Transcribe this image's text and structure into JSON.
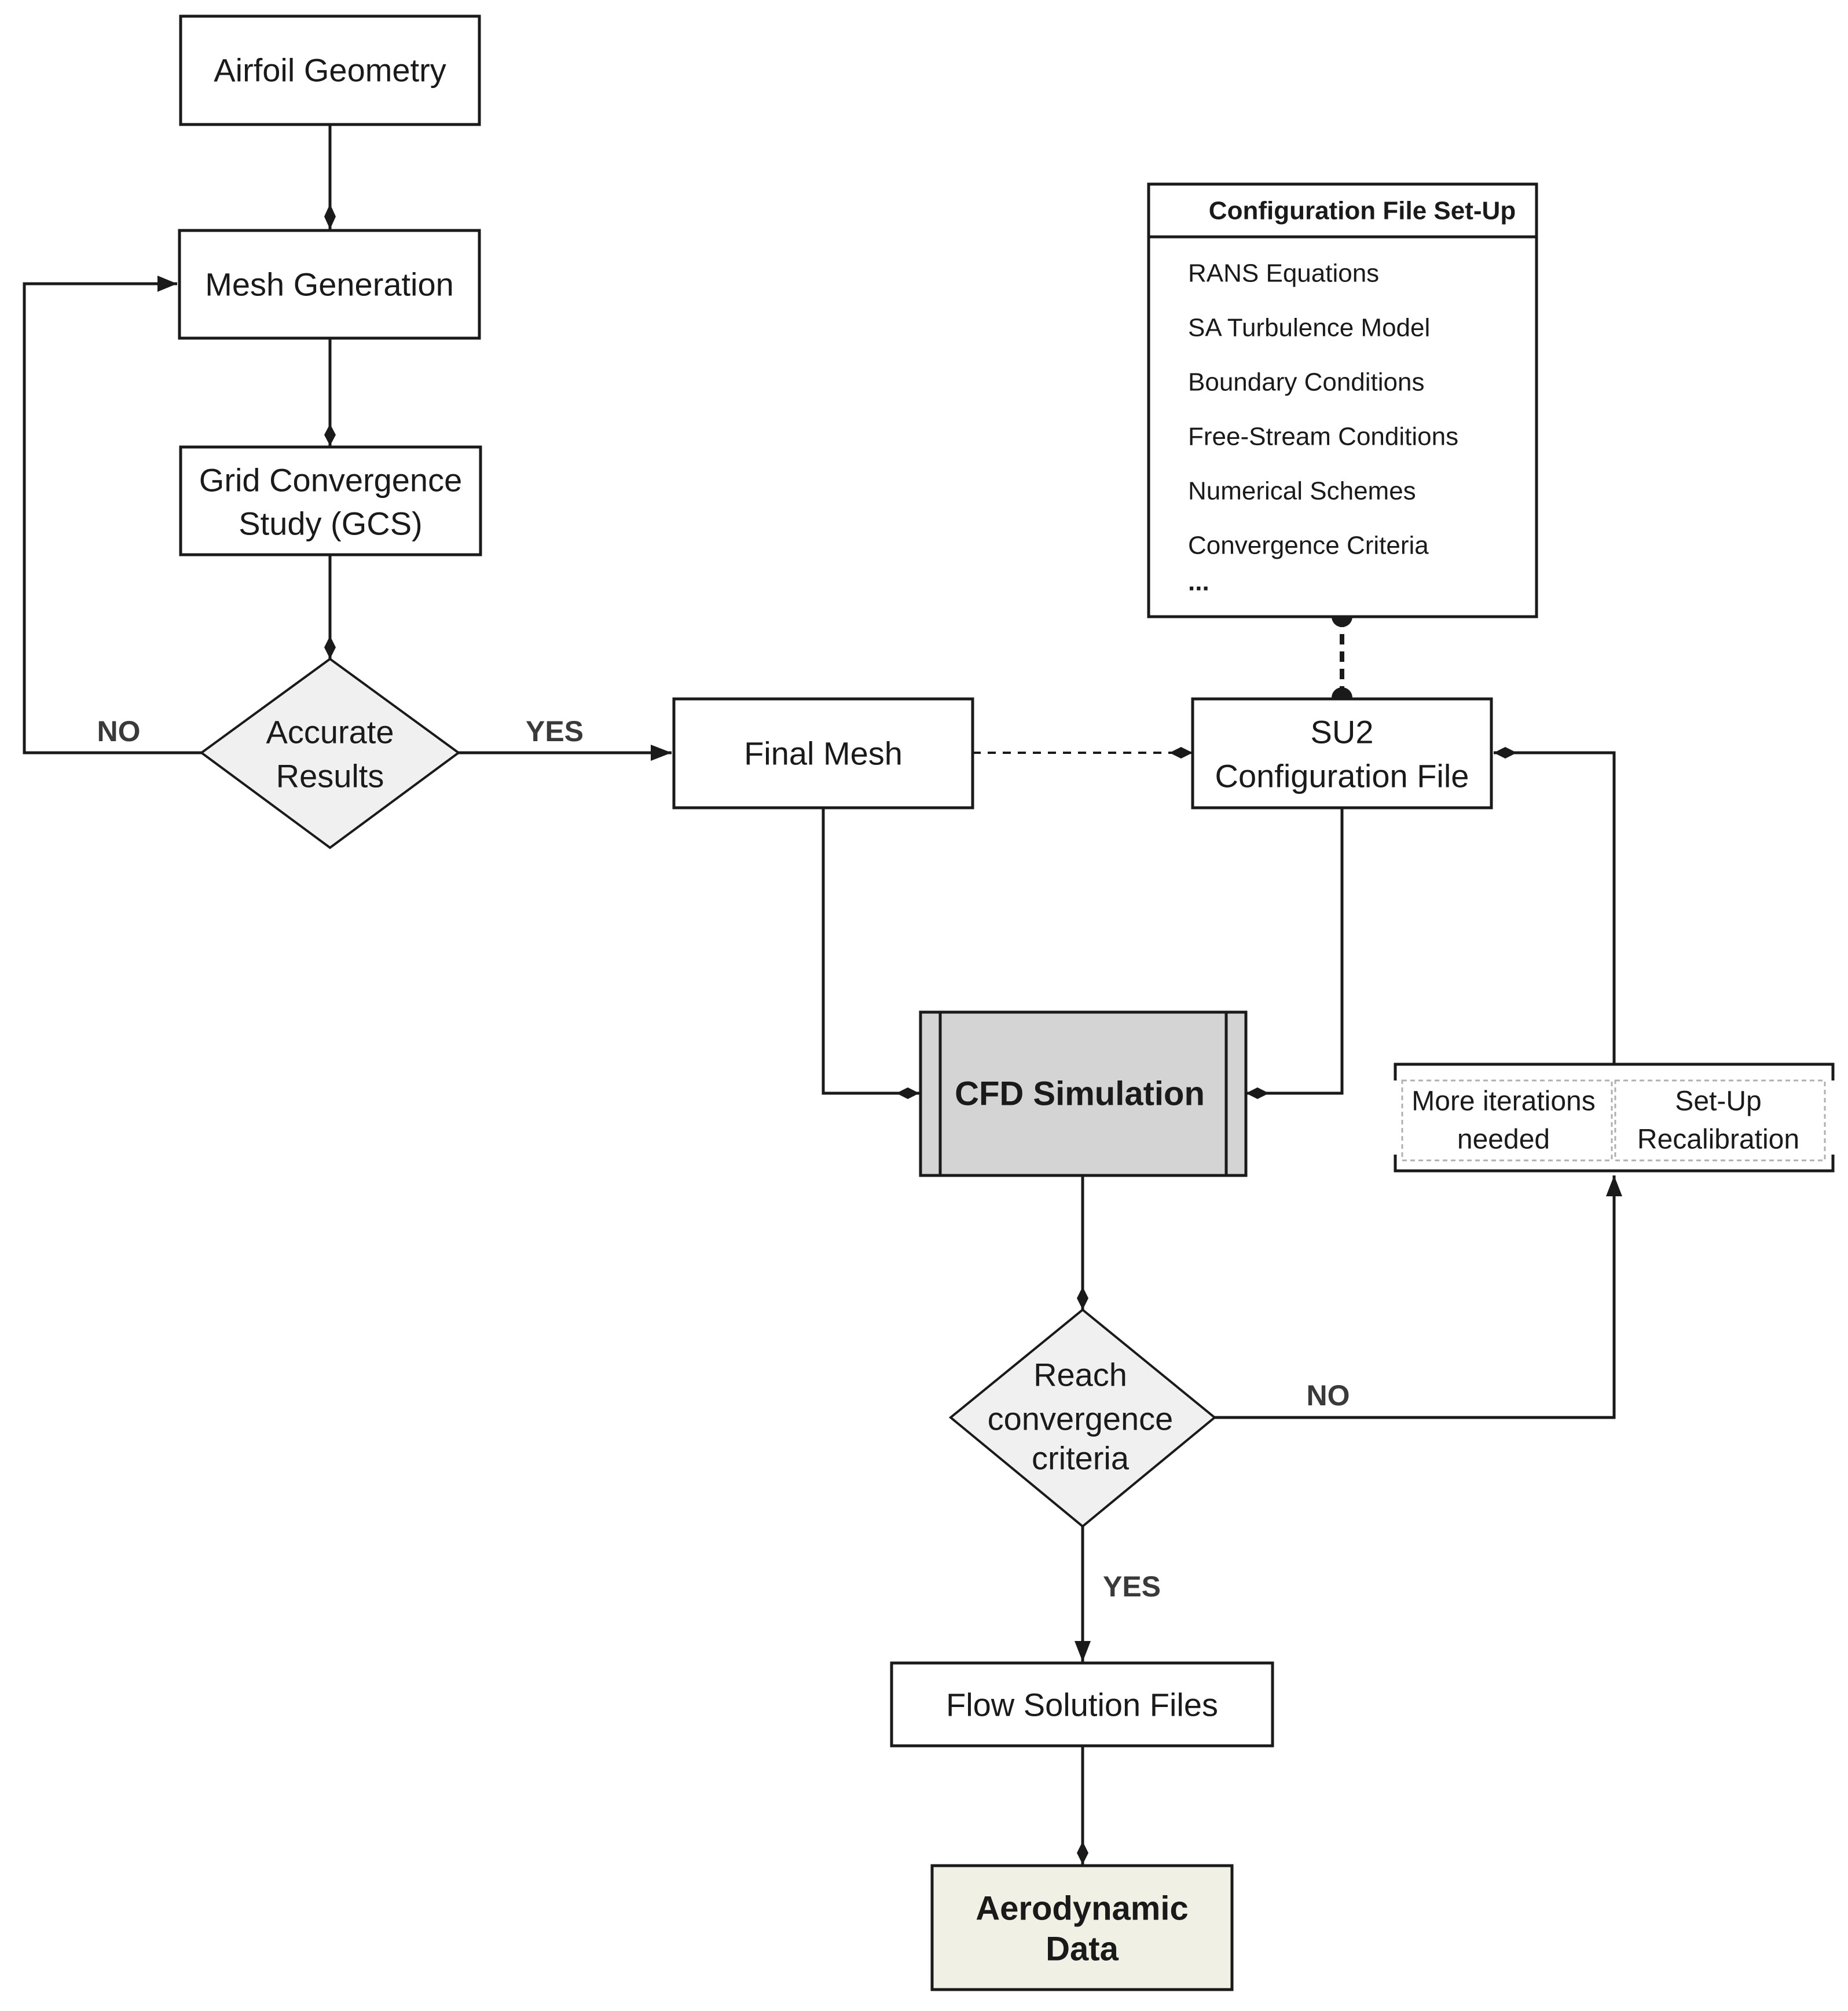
{
  "nodes": {
    "airfoil_geometry": "Airfoil Geometry",
    "mesh_generation": "Mesh Generation",
    "gcs": [
      "Grid Convergence",
      "Study (GCS)"
    ],
    "accurate_results": [
      "Accurate",
      "Results"
    ],
    "final_mesh": "Final Mesh",
    "su2_config": [
      "SU2",
      "Configuration File"
    ],
    "cfd_simulation": "CFD Simulation",
    "reach_convergence": [
      "Reach",
      "convergence",
      "criteria"
    ],
    "flow_solution": "Flow Solution Files",
    "aerodynamic_data": [
      "Aerodynamic",
      "Data"
    ]
  },
  "config_box": {
    "title": "Configuration File Set-Up",
    "items": [
      "RANS Equations",
      "SA Turbulence Model",
      "Boundary Conditions",
      "Free-Stream Conditions",
      "Numerical Schemes",
      "Convergence Criteria",
      "..."
    ]
  },
  "iteration_box": {
    "left": [
      "More iterations",
      "needed"
    ],
    "right": [
      "Set-Up",
      "Recalibration"
    ]
  },
  "edge_labels": {
    "gcs_no": "NO",
    "gcs_yes": "YES",
    "conv_no": "NO",
    "conv_yes": "YES"
  },
  "colors": {
    "decision_fill": "#f0f0f0",
    "cfd_fill": "#d4d4d4",
    "aero_fill": "#f0f1e4",
    "line": "#1a1a1a"
  }
}
